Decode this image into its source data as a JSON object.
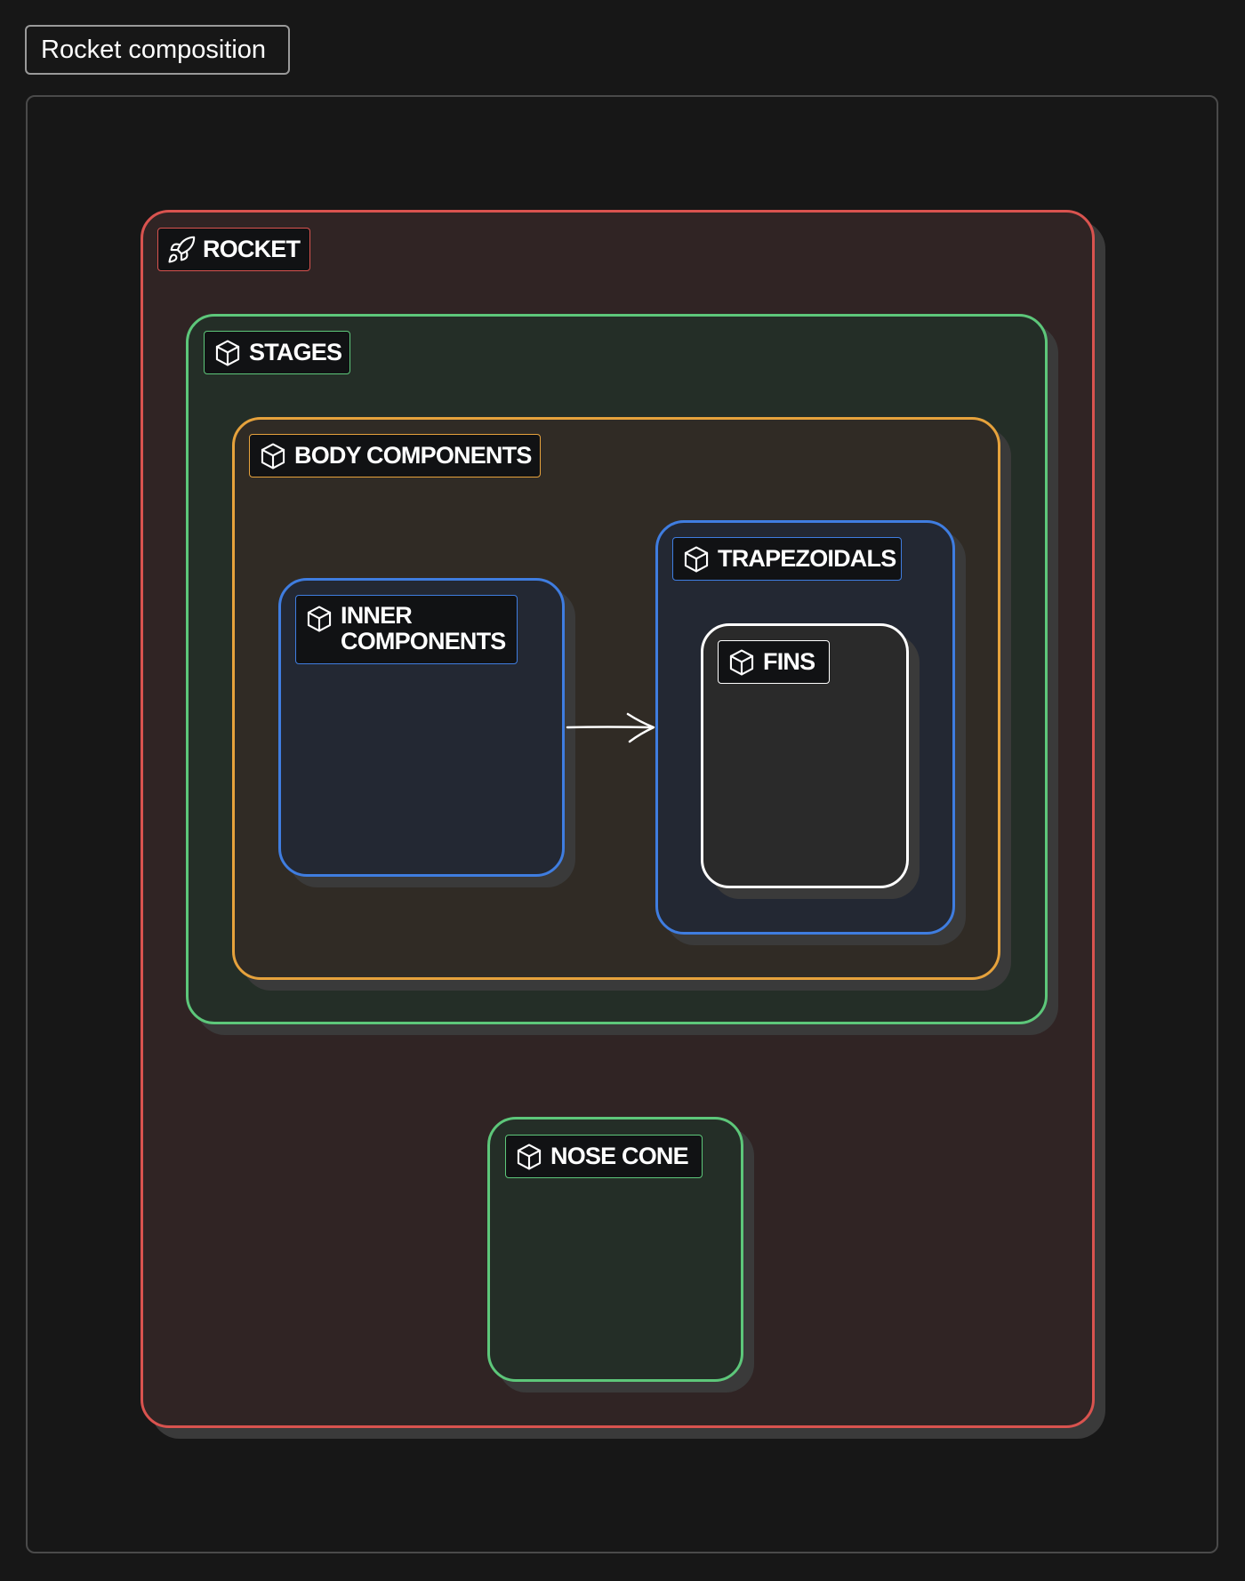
{
  "title": "Rocket composition",
  "nodes": {
    "rocket": {
      "label": "ROCKET",
      "icon": "rocket-icon",
      "color": "#d9534f",
      "fill": "#302424"
    },
    "stages": {
      "label": "STAGES",
      "icon": "cube-icon",
      "color": "#5dc77a",
      "fill": "#242e27"
    },
    "body_components": {
      "label": "BODY COMPONENTS",
      "icon": "cube-icon",
      "color": "#e6a23c",
      "fill": "#302b25"
    },
    "inner_components": {
      "label": "INNER COMPONENTS",
      "icon": "cube-icon",
      "color": "#3f7de0",
      "fill": "#232833"
    },
    "trapezoidals": {
      "label": "TRAPEZOIDALS",
      "icon": "cube-icon",
      "color": "#3f7de0",
      "fill": "#232833"
    },
    "fins": {
      "label": "FINS",
      "icon": "cube-icon",
      "color": "#ffffff",
      "fill": "#2a2a2a"
    },
    "nose_cone": {
      "label": "NOSE CONE",
      "icon": "cube-icon",
      "color": "#5dc77a",
      "fill": "#242e27"
    }
  },
  "edges": [
    {
      "from": "inner_components",
      "to": "trapezoidals"
    }
  ]
}
